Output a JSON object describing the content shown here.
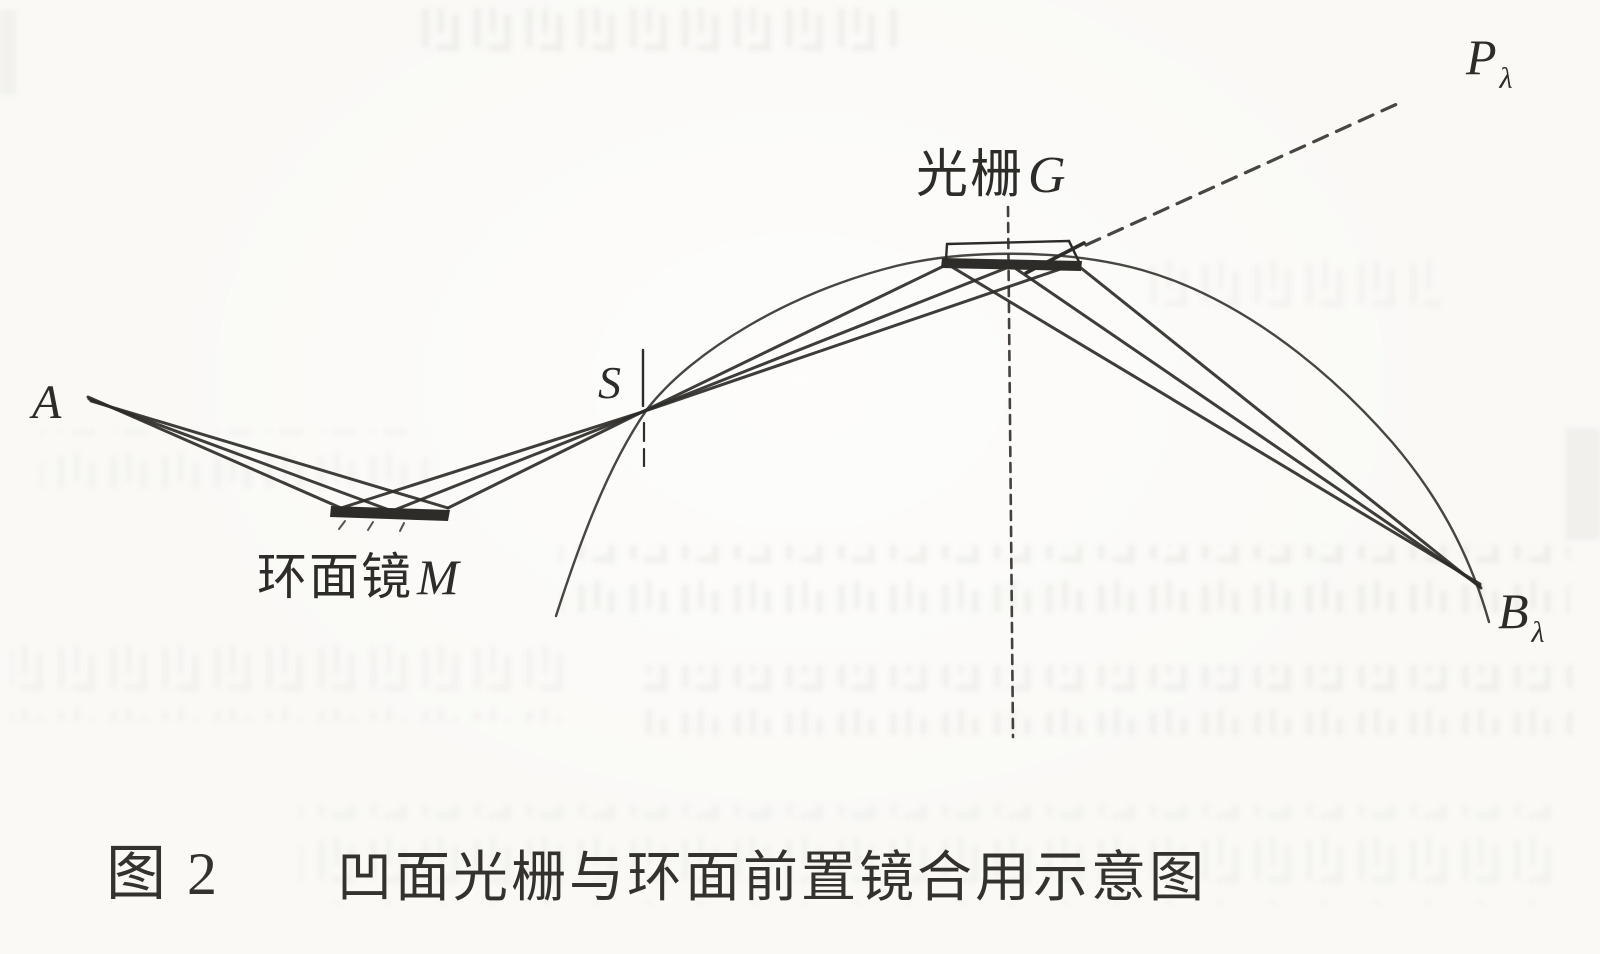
{
  "figure": {
    "caption_number": "图 2",
    "caption_text": "凹面光栅与环面前置镜合用示意图",
    "labels": {
      "source": "A",
      "slit": "S",
      "grating_cn": "光栅",
      "grating_letter": "G",
      "mirror_cn": "环面镜",
      "mirror_letter": "M",
      "image_p_letter": "P",
      "image_p_sub": "λ",
      "image_b_letter": "B",
      "image_b_sub": "λ"
    },
    "colors": {
      "ink": "#2e2c28",
      "paper": "#faf9f6"
    }
  }
}
